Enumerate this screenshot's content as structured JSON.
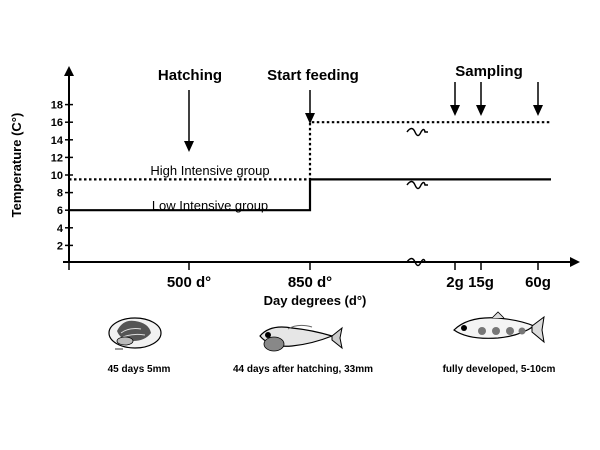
{
  "chart_data": {
    "type": "line",
    "ylabel": "Temperature (C°)",
    "xlabel": "Day degrees (d°)",
    "y_ticks": [
      "2",
      "4",
      "6",
      "8",
      "10",
      "12",
      "14",
      "16",
      "18"
    ],
    "x_ticks": [
      "500 d°",
      "850 d°",
      "2g",
      "15g",
      "60g"
    ],
    "events": {
      "hatching": "Hatching",
      "start_feeding": "Start feeding",
      "sampling": "Sampling"
    },
    "series": [
      {
        "name": "High Intensive group",
        "style": "dotted",
        "x": [
          "start",
          "850 d°",
          "850 d°",
          "end"
        ],
        "y": [
          9.5,
          9.5,
          16,
          16
        ]
      },
      {
        "name": "Low Intensive group",
        "style": "solid",
        "x": [
          "start",
          "850 d°",
          "850 d°",
          "end"
        ],
        "y": [
          6,
          6,
          9.5,
          9.5
        ]
      }
    ]
  },
  "stages": [
    {
      "caption": "45 days 5mm",
      "icon": "fish-egg-icon"
    },
    {
      "caption": "44 days after hatching, 33mm",
      "icon": "fish-larva-icon"
    },
    {
      "caption": "fully developed, 5-10cm",
      "icon": "juvenile-fish-icon"
    }
  ],
  "colors": {
    "ink": "#000000",
    "background": "#ffffff"
  }
}
